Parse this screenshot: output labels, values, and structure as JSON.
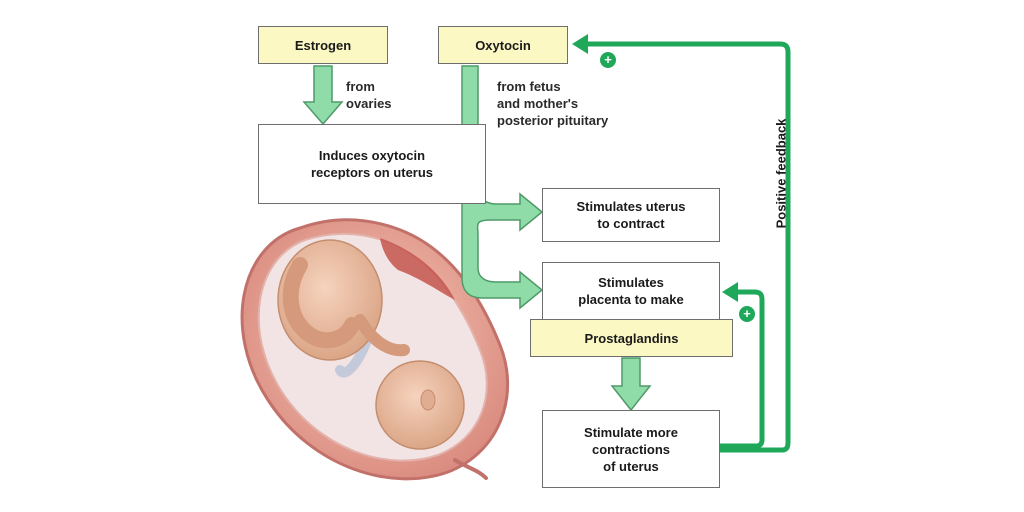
{
  "boxes": {
    "estrogen": "Estrogen",
    "oxytocin": "Oxytocin",
    "induces": "Induces oxytocin\nreceptors on uterus",
    "stimulates_uterus": "Stimulates uterus\nto contract",
    "stimulates_placenta": "Stimulates\nplacenta to make",
    "prostaglandins": "Prostaglandins",
    "stimulate_more": "Stimulate more\ncontractions\nof uterus"
  },
  "notes": {
    "from_ovaries": "from\novaries",
    "from_fetus": "from fetus\nand mother's\nposterior pituitary"
  },
  "feedback": {
    "label": "Positive feedback",
    "plus_symbol": "+"
  },
  "colors": {
    "box_fill": "#fbf8c4",
    "light_arrow": "#8fdca8",
    "feedback_green": "#1fa85a"
  },
  "icons": [
    "uterus-fetus-illustration",
    "plus-icon"
  ]
}
